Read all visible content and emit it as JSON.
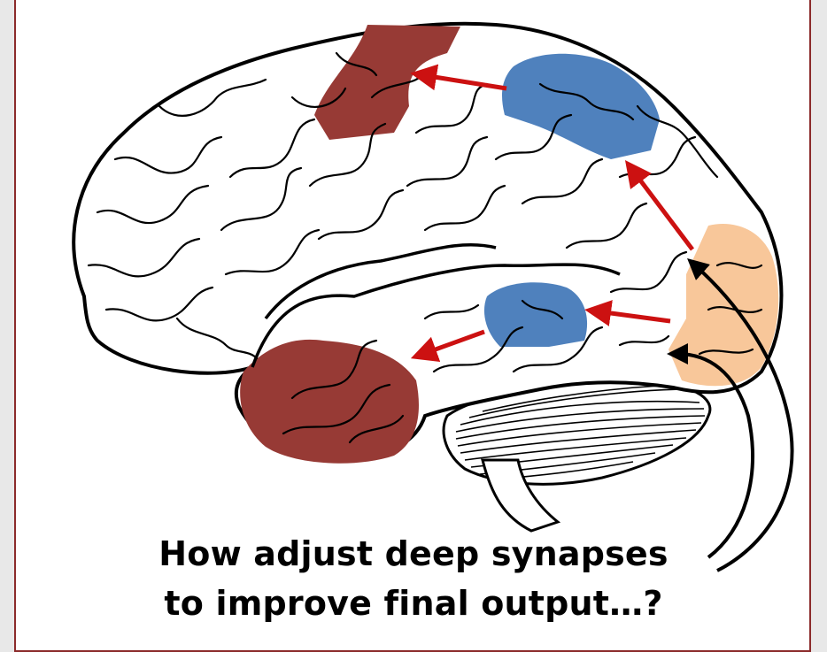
{
  "caption": {
    "line1": "How adjust deep synapses",
    "line2": "to improve final output…?"
  },
  "colors": {
    "frame_border": "#8b2a2a",
    "output_region": "#973a35",
    "intermediate_region": "#4f81bd",
    "input_region": "#f8c79a",
    "arrow": "#cc1111",
    "outline": "#000000"
  },
  "regions": [
    {
      "name": "output-region-frontal",
      "role": "output"
    },
    {
      "name": "output-region-temporal",
      "role": "output"
    },
    {
      "name": "intermediate-region-parietal",
      "role": "intermediate"
    },
    {
      "name": "intermediate-region-temporal",
      "role": "intermediate"
    },
    {
      "name": "input-region-occipital",
      "role": "input"
    }
  ]
}
